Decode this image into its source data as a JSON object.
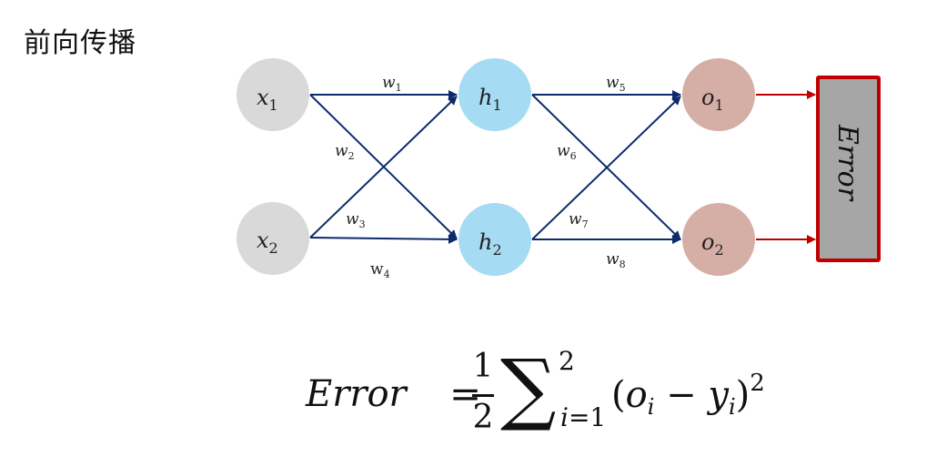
{
  "title": "前向传播",
  "colors": {
    "input_node": "#d9d9d9",
    "hidden_node": "#a5dcf3",
    "output_node": "#d5aea6",
    "edge": "#0d2a6b",
    "error_arrow": "#c00000",
    "error_box_fill": "#a6a6a6",
    "error_box_border": "#c00000"
  },
  "nodes": {
    "x1": {
      "base": "x",
      "sub": "1"
    },
    "x2": {
      "base": "x",
      "sub": "2"
    },
    "h1": {
      "base": "h",
      "sub": "1"
    },
    "h2": {
      "base": "h",
      "sub": "2"
    },
    "o1": {
      "base": "o",
      "sub": "1"
    },
    "o2": {
      "base": "o",
      "sub": "2"
    }
  },
  "weights": {
    "w1": {
      "base": "w",
      "sub": "1"
    },
    "w2": {
      "base": "w",
      "sub": "2"
    },
    "w3": {
      "base": "w",
      "sub": "3"
    },
    "w4": {
      "base": "w",
      "sub": "4"
    },
    "w5": {
      "base": "w",
      "sub": "5"
    },
    "w6": {
      "base": "w",
      "sub": "6"
    },
    "w7": {
      "base": "w",
      "sub": "7"
    },
    "w8": {
      "base": "w",
      "sub": "8"
    }
  },
  "error_box": {
    "label": "Error"
  },
  "formula": {
    "lhs": "Error",
    "equals": "=",
    "frac_num": "1",
    "frac_den": "2",
    "sigma": "∑",
    "sum_upper": "2",
    "sum_lower_var": "i",
    "sum_lower_eq": "=1",
    "open_paren": "(",
    "o": "o",
    "o_sub": "i",
    "minus": " − ",
    "y": "y",
    "y_sub": "i",
    "close_paren": ")",
    "power": "2"
  }
}
